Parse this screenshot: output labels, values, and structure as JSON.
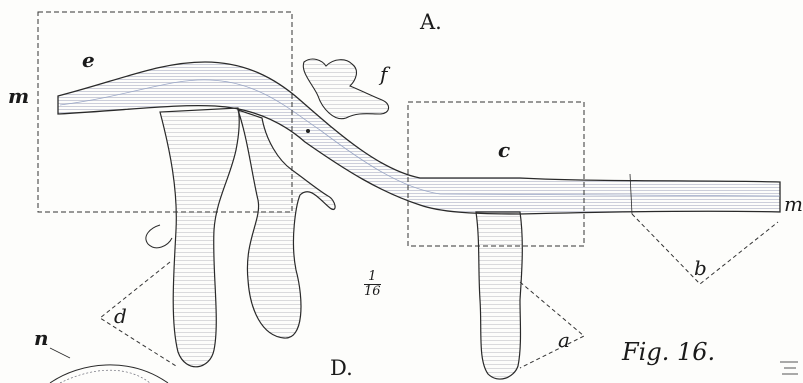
{
  "figure": {
    "panel_top": "A.",
    "panel_bottom": "D.",
    "caption": "Fig. 16.",
    "scale_numerator": "1",
    "scale_denominator": "16"
  },
  "labels": {
    "m_left": "m",
    "m_right": "m",
    "e": "e",
    "f": "f",
    "c": "c",
    "b": "b",
    "d": "d",
    "a": "a",
    "n": "n"
  },
  "colors": {
    "ink": "#2a2a2a",
    "shade": "#6d6d78",
    "paper": "#fdfdfb",
    "tint_blue": "#9aa6c6",
    "tint_yellow": "#d8c77a"
  }
}
